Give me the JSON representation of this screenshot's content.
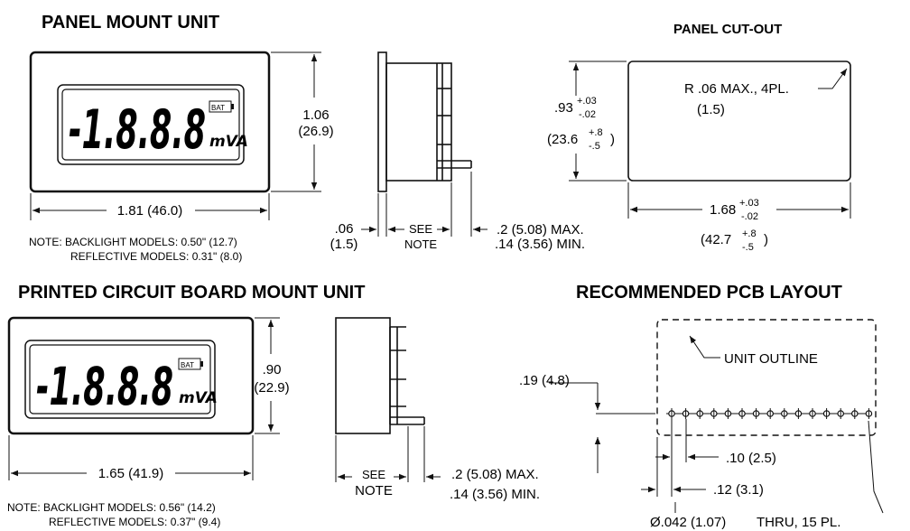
{
  "sections": {
    "panel_mount_title": "PANEL MOUNT UNIT",
    "panel_cutout_title": "PANEL CUT-OUT",
    "pcb_mount_title": "PRINTED CIRCUIT BOARD MOUNT UNIT",
    "pcb_layout_title": "RECOMMENDED PCB LAYOUT"
  },
  "display": {
    "readout": "-1.8.8.8",
    "bat": "BAT",
    "unit": "mVA"
  },
  "panel_mount": {
    "height_in": "1.06",
    "height_mm": "(26.9)",
    "width": "1.81 (46.0)",
    "bezel_in": ".06",
    "bezel_mm": "(1.5)",
    "see": "SEE",
    "note": "NOTE",
    "pin_max": ".2 (5.08) MAX.",
    "pin_min": ".14 (3.56) MIN.",
    "note_line1": "NOTE: BACKLIGHT MODELS: 0.50\" (12.7)",
    "note_line2": "REFLECTIVE MODELS: 0.31\" (8.0)"
  },
  "cutout": {
    "radius": "R .06 MAX., 4PL.",
    "radius_mm": "(1.5)",
    "h_in": ".93",
    "h_tol_plus": "+.03",
    "h_tol_minus": "-.02",
    "h_mm_open": "(23.6",
    "h_mm_tol_plus": "+.8",
    "h_mm_tol_minus": "-.5",
    "h_mm_close": ")",
    "w_in": "1.68",
    "w_tol_plus": "+.03",
    "w_tol_minus": "-.02",
    "w_mm_open": "(42.7",
    "w_mm_tol_plus": "+.8",
    "w_mm_tol_minus": "-.5",
    "w_mm_close": ")"
  },
  "pcb_mount": {
    "height_in": ".90",
    "height_mm": "(22.9)",
    "width": "1.65 (41.9)",
    "see": "SEE",
    "note": "NOTE",
    "pin_max": ".2 (5.08) MAX.",
    "pin_min": ".14 (3.56) MIN.",
    "note_line1": "NOTE: BACKLIGHT MODELS: 0.56\" (14.2)",
    "note_line2": "REFLECTIVE MODELS: 0.37\" (9.4)"
  },
  "pcb_layout": {
    "unit_outline": "UNIT OUTLINE",
    "offset": ".19 (4.8)",
    "pitch": ".10 (2.5)",
    "edge": ".12 (3.1)",
    "hole": "Ø.042 (1.07)",
    "thru": "THRU, 15 PL."
  }
}
